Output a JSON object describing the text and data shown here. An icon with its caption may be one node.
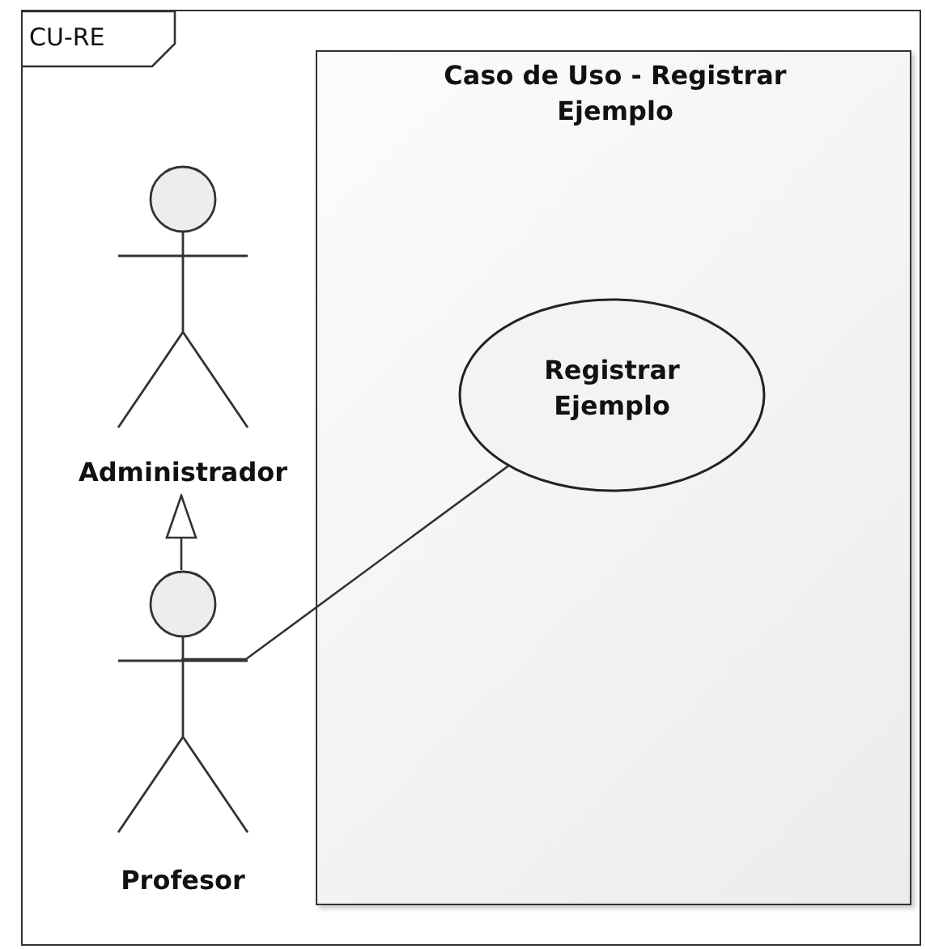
{
  "diagram": {
    "nodes": [
      {
        "text": [
          "CU-RE"
        ]
      },
      {
        "text": [
          "Caso de Uso - Registrar Ejemplo"
        ],
        "in": 0
      },
      {
        "text": [
          "Registrar Ejemplo"
        ],
        "in": 1
      },
      {
        "text": [
          "Administrador"
        ],
        "in": 0
      },
      {
        "text": [
          "Profesor"
        ],
        "in": 0
      }
    ],
    "edges": [
      {
        "from": 4,
        "to": 3,
        "arrow": "to"
      },
      {
        "from": 4,
        "to": 2,
        "arrow": "none"
      }
    ]
  }
}
